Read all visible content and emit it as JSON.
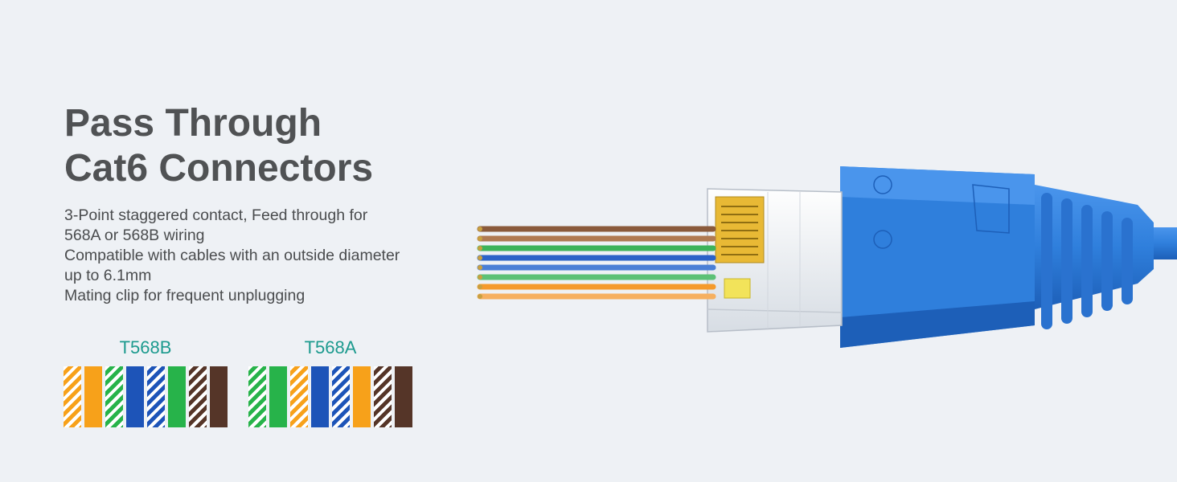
{
  "headline": {
    "line1": "Pass Through",
    "line2": "Cat6 Connectors"
  },
  "description": [
    "3-Point staggered contact, Feed through for",
    "568A or 568B wiring",
    "Compatible with cables with an outside diameter",
    "up to 6.1mm",
    "Mating clip for frequent unplugging"
  ],
  "colors": {
    "orange": "#f7a11a",
    "green": "#27b34a",
    "blue": "#1d54b8",
    "brown": "#553528",
    "white": "#ffffff",
    "label": "#1c9a8e",
    "cable_blue": "#2f7fdc"
  },
  "wiring_schemes": [
    {
      "label": "T568B",
      "pins": [
        {
          "color": "orange",
          "striped": true
        },
        {
          "color": "orange",
          "striped": false
        },
        {
          "color": "green",
          "striped": true
        },
        {
          "color": "blue",
          "striped": false
        },
        {
          "color": "blue",
          "striped": true
        },
        {
          "color": "green",
          "striped": false
        },
        {
          "color": "brown",
          "striped": true
        },
        {
          "color": "brown",
          "striped": false
        }
      ]
    },
    {
      "label": "T568A",
      "pins": [
        {
          "color": "green",
          "striped": true
        },
        {
          "color": "green",
          "striped": false
        },
        {
          "color": "orange",
          "striped": true
        },
        {
          "color": "blue",
          "striped": false
        },
        {
          "color": "blue",
          "striped": true
        },
        {
          "color": "orange",
          "striped": false
        },
        {
          "color": "brown",
          "striped": true
        },
        {
          "color": "brown",
          "striped": false
        }
      ]
    }
  ],
  "product_image": {
    "icon": "rj45-pass-through-connector-illustration",
    "wire_colors": [
      "brown",
      "brown",
      "green",
      "blue",
      "blue",
      "green",
      "orange",
      "orange"
    ]
  }
}
